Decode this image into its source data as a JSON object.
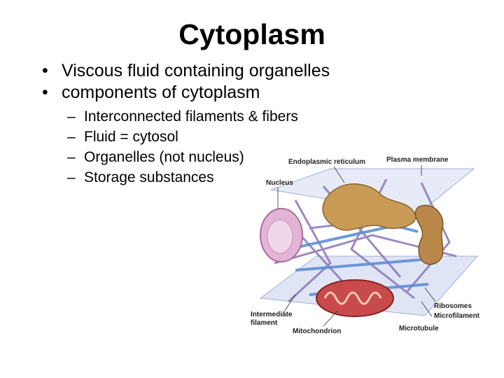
{
  "slide": {
    "title": "Cytoplasm",
    "bullets": [
      "Viscous fluid containing organelles",
      "components of cytoplasm"
    ],
    "sub_bullets": [
      "Interconnected filaments & fibers",
      "Fluid = cytosol",
      "Organelles (not nucleus)",
      "Storage substances"
    ]
  },
  "diagram": {
    "labels": {
      "er": "Endoplasmic reticulum",
      "plasma_membrane": "Plasma membrane",
      "nucleus": "Nucleus",
      "intermediate_1": "Intermediate",
      "intermediate_2": "filament",
      "mitochondrion": "Mitochondrion",
      "ribosomes": "Ribosomes",
      "microfilament": "Microfilament",
      "microtubule": "Microtubule"
    }
  }
}
